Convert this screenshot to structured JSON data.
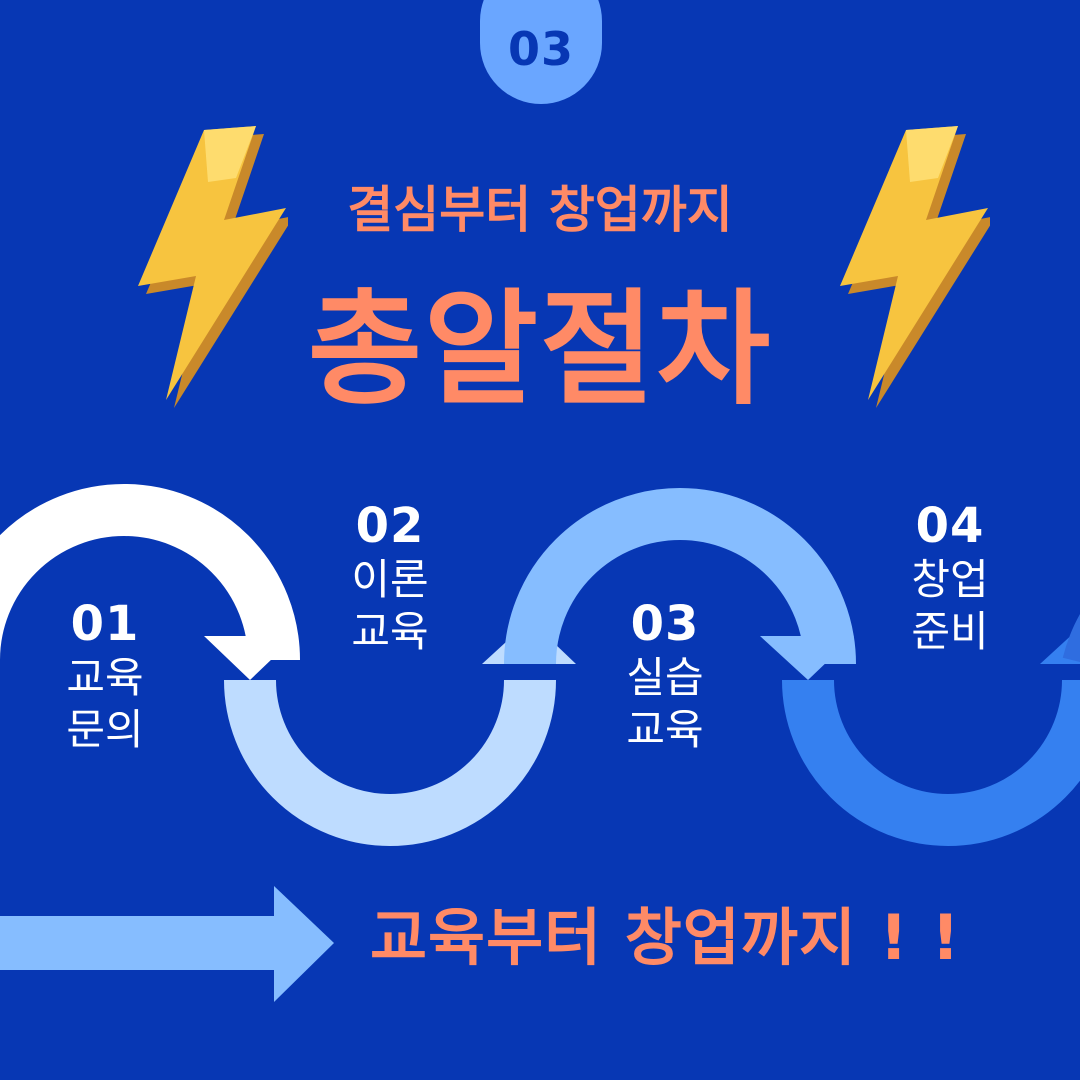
{
  "badge": {
    "label": "03"
  },
  "header": {
    "subtitle": "결심부터 창업까지",
    "title": "총알절차"
  },
  "decorations": {
    "left_icon": "lightning-bolt-icon",
    "right_icon": "lightning-bolt-icon"
  },
  "steps": [
    {
      "num": "01",
      "line1": "교육",
      "line2": "문의"
    },
    {
      "num": "02",
      "line1": "이론",
      "line2": "교육"
    },
    {
      "num": "03",
      "line1": "실습",
      "line2": "교육"
    },
    {
      "num": "04",
      "line1": "창업",
      "line2": "준비"
    }
  ],
  "footer": {
    "tagline": "교육부터 창업까지 ! !",
    "arrow_icon": "right-arrow-icon"
  },
  "colors": {
    "background": "#0737B4",
    "accent": "#FF8A66",
    "badge": "#6AA6FF",
    "step1": "#FFFFFF",
    "step2": "#BEDCFF",
    "step3": "#86BDFF",
    "step4": "#3580F0",
    "bolt": "#F7C43F"
  }
}
